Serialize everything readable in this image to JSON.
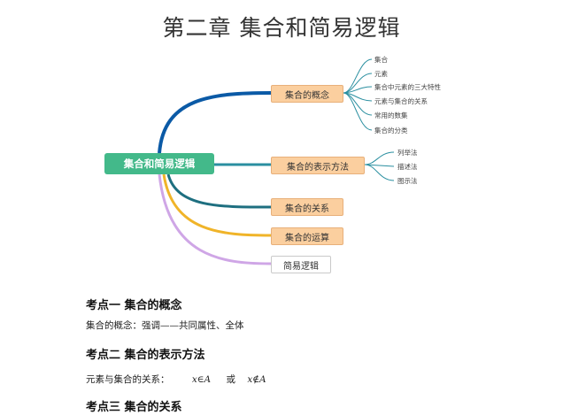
{
  "chapter_title": "第二章  集合和简易逻辑",
  "mindmap": {
    "root": "集合和简易逻辑",
    "branches": [
      {
        "label": "集合的概念",
        "color": "#0b5aa6"
      },
      {
        "label": "集合的表示方法",
        "color": "#2a8fa0"
      },
      {
        "label": "集合的关系",
        "color": "#1e6f80"
      },
      {
        "label": "集合的运算",
        "color": "#f0b429"
      },
      {
        "label": "简易逻辑",
        "color": "#cfa6e6"
      }
    ],
    "concept_leaves": [
      "集合",
      "元素",
      "集合中元素的三大特性",
      "元素与集合的关系",
      "常用的数集",
      "集合的分类"
    ],
    "representation_leaves": [
      "列举法",
      "描述法",
      "图示法"
    ]
  },
  "sections": [
    {
      "heading": "考点一  集合的概念",
      "text": "集合的概念：强调——共同属性、全体"
    },
    {
      "heading": "考点二  集合的表示方法",
      "text_label": "元素与集合的关系：",
      "formula_1": "x∈A",
      "connector": "或",
      "formula_2": "x∉A"
    },
    {
      "heading": "考点三  集合的关系"
    }
  ]
}
